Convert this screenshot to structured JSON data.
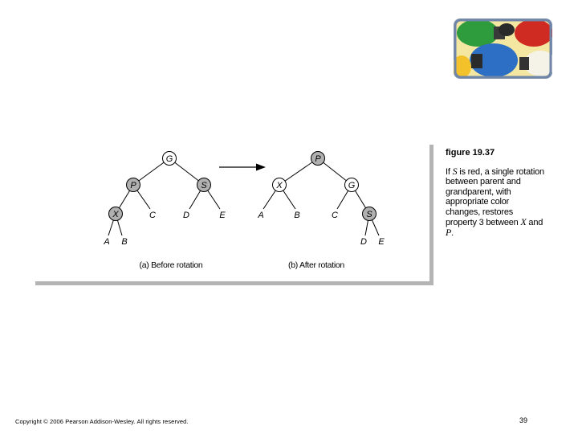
{
  "figure": {
    "title": "figure 19.37",
    "description": {
      "p1": "If ",
      "s": "S",
      "p2": " is red, a single rotation between parent and grandparent, with appropriate color changes, restores property 3 between ",
      "x": "X",
      "p3": " and ",
      "p": "P",
      "p4": "."
    }
  },
  "diagram": {
    "before": {
      "nodes": {
        "g": "G",
        "p": "P",
        "s": "S",
        "x": "X"
      },
      "leaves": {
        "a": "A",
        "b": "B",
        "c": "C",
        "d": "D",
        "e": "E"
      },
      "caption": "(a) Before rotation"
    },
    "after": {
      "nodes": {
        "p": "P",
        "x": "X",
        "g": "G",
        "s": "S"
      },
      "leaves": {
        "a": "A",
        "b": "B",
        "c": "C",
        "d": "D",
        "e": "E"
      },
      "caption": "(b) After rotation"
    }
  },
  "footer": {
    "copyright": "Copyright © 2006 Pearson Addison-Wesley. All rights reserved.",
    "page": "39"
  },
  "logo": {
    "icon": "colored-light-bulbs-logo"
  }
}
